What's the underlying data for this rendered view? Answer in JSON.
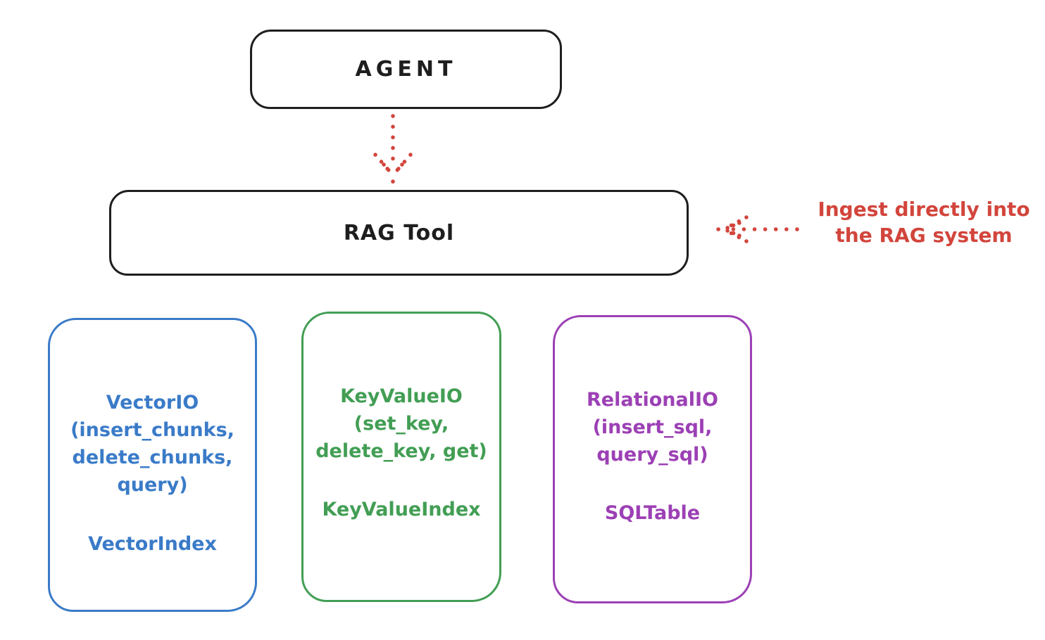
{
  "colors": {
    "background": "#ffffff",
    "stroke_black": "#1e1e1e",
    "annotation_red": "#d2453c",
    "vector_blue": "#3a7bc8",
    "keyvalue_green": "#429e54",
    "relational_purple": "#9c40b5"
  },
  "agent_box": {
    "label": "AGENT"
  },
  "rag_tool_box": {
    "label": "RAG Tool"
  },
  "annotation": {
    "lines": [
      "Ingest directly into",
      "the RAG system"
    ]
  },
  "arrows": [
    {
      "icon": "dotted-down-arrow-icon",
      "from": "agent_box",
      "to": "rag_tool_box",
      "style": "dotted",
      "color": "#d2453c"
    },
    {
      "icon": "dotted-left-arrow-icon",
      "from": "annotation",
      "to": "rag_tool_box",
      "style": "dotted",
      "color": "#d2453c"
    }
  ],
  "io_boxes": [
    {
      "title_lines": [
        "VectorIO",
        "(insert_chunks,",
        "delete_chunks,",
        "query)"
      ],
      "index_label": "VectorIndex",
      "color": "#3a7bc8"
    },
    {
      "title_lines": [
        "KeyValueIO",
        "(set_key,",
        "delete_key, get)"
      ],
      "index_label": "KeyValueIndex",
      "color": "#429e54"
    },
    {
      "title_lines": [
        "RelationalIO",
        "(insert_sql,",
        "query_sql)"
      ],
      "index_label": "SQLTable",
      "color": "#9c40b5"
    }
  ]
}
